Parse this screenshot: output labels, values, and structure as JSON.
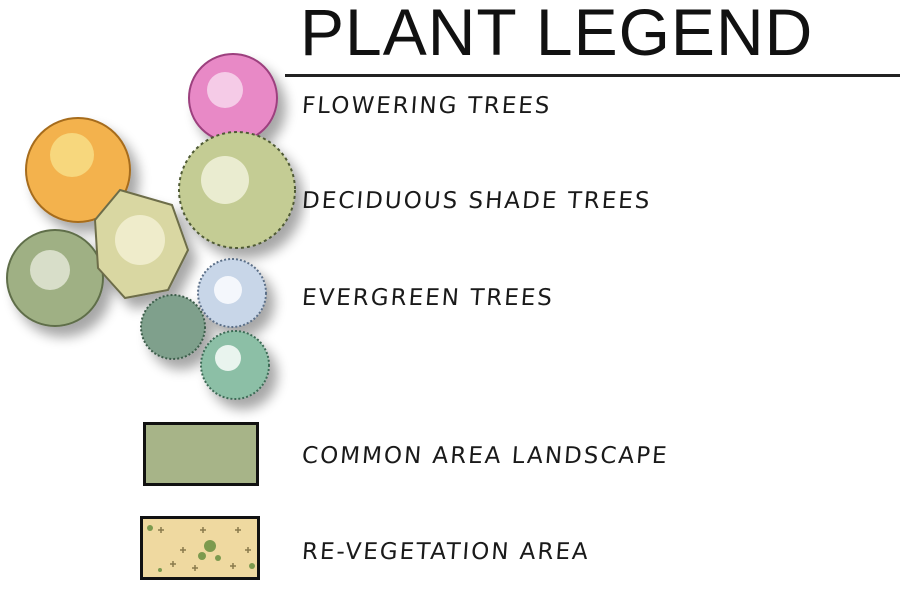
{
  "title": "PLANT LEGEND",
  "legend": [
    {
      "label": "FLOWERING TREES",
      "symbol": "pink-flowering-tree-icon"
    },
    {
      "label": "DECIDUOUS SHADE TREES",
      "symbol": "deciduous-shade-tree-icon"
    },
    {
      "label": "EVERGREEN TREES",
      "symbol": "evergreen-tree-icon"
    },
    {
      "label": "COMMON AREA LANDSCAPE",
      "symbol": "green-swatch",
      "color": "#a7b488"
    },
    {
      "label": "RE-VEGETATION AREA",
      "symbol": "speckled-swatch",
      "color": "#efd9a0"
    }
  ]
}
